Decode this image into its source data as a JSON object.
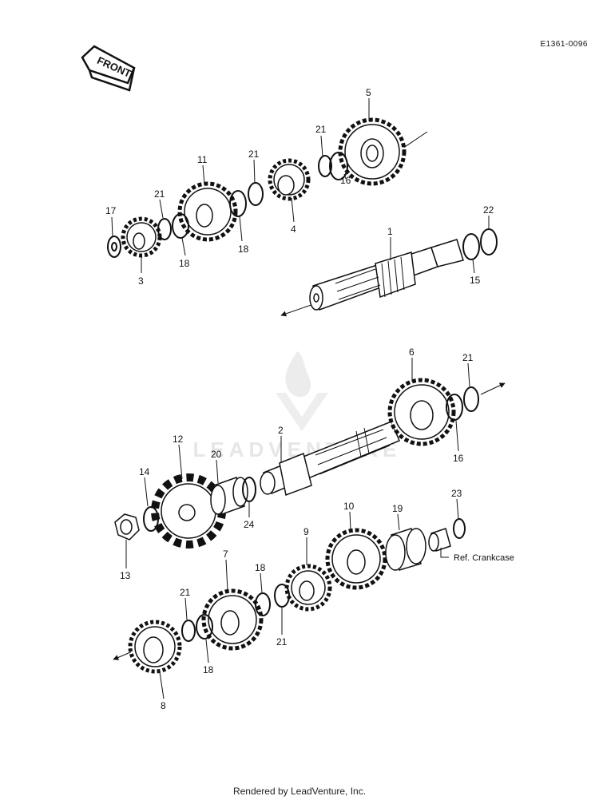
{
  "diagram_code": "E1361-0096",
  "front_label": "FRONT",
  "watermark": "LEADVENTURE",
  "reference_label": "Ref. Crankcase",
  "footer": "Rendered by LeadVenture, Inc.",
  "callouts": [
    {
      "id": "c5",
      "label": "5"
    },
    {
      "id": "c21a",
      "label": "21"
    },
    {
      "id": "c11",
      "label": "11"
    },
    {
      "id": "c21b",
      "label": "21"
    },
    {
      "id": "c21c",
      "label": "21"
    },
    {
      "id": "c17",
      "label": "17"
    },
    {
      "id": "c16a",
      "label": "16"
    },
    {
      "id": "c4",
      "label": "4"
    },
    {
      "id": "c18a",
      "label": "18"
    },
    {
      "id": "c18b",
      "label": "18"
    },
    {
      "id": "c3",
      "label": "3"
    },
    {
      "id": "c1",
      "label": "1"
    },
    {
      "id": "c22",
      "label": "22"
    },
    {
      "id": "c15",
      "label": "15"
    },
    {
      "id": "c6",
      "label": "6"
    },
    {
      "id": "c21d",
      "label": "21"
    },
    {
      "id": "c2",
      "label": "2"
    },
    {
      "id": "c16b",
      "label": "16"
    },
    {
      "id": "c12",
      "label": "12"
    },
    {
      "id": "c20",
      "label": "20"
    },
    {
      "id": "c14",
      "label": "14"
    },
    {
      "id": "c24",
      "label": "24"
    },
    {
      "id": "c13",
      "label": "13"
    },
    {
      "id": "c10",
      "label": "10"
    },
    {
      "id": "c19",
      "label": "19"
    },
    {
      "id": "c23",
      "label": "23"
    },
    {
      "id": "c9",
      "label": "9"
    },
    {
      "id": "c7",
      "label": "7"
    },
    {
      "id": "c18c",
      "label": "18"
    },
    {
      "id": "c21e",
      "label": "21"
    },
    {
      "id": "c21f",
      "label": "21"
    },
    {
      "id": "c18d",
      "label": "18"
    },
    {
      "id": "c8",
      "label": "8"
    }
  ]
}
